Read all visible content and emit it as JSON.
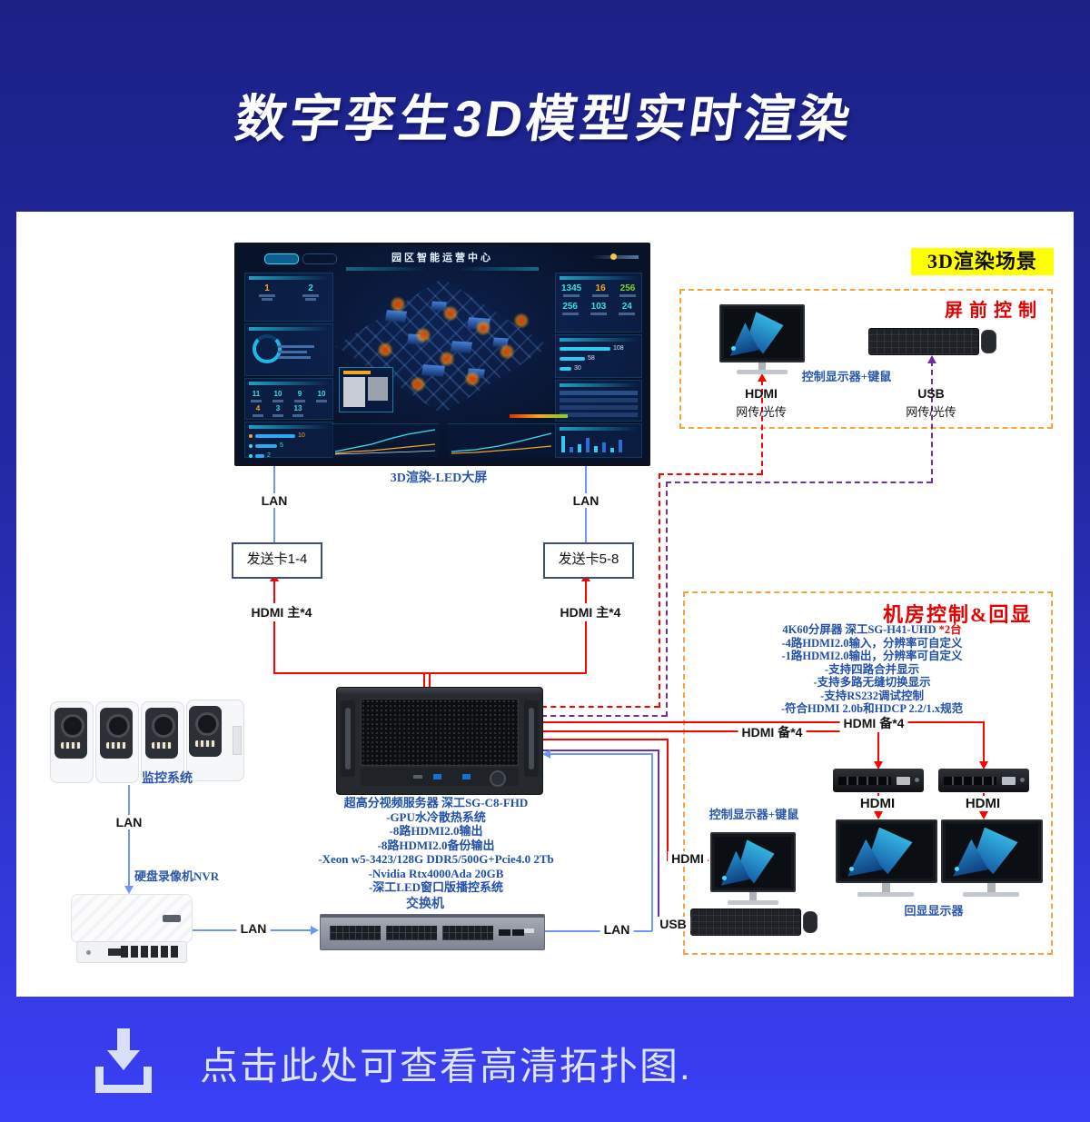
{
  "header": {
    "title": "数字孪生3D模型实时渲染"
  },
  "scene_tag": "3D渲染场景",
  "boxes": {
    "front_control": "屏前控制",
    "room_control": "机房控制&回显"
  },
  "labels": {
    "lan": "LAN",
    "hdmi": "HDMI",
    "usb": "USB",
    "hdmi_main": "HDMI 主*4",
    "hdmi_backup": "HDMI 备*4",
    "net_optical": "网传/光传",
    "led_screen": "3D渲染-LED大屏",
    "sender_1_4": "发送卡1-4",
    "sender_5_8": "发送卡5-8",
    "control_monitor_kb": "控制显示器+键鼠",
    "echo_monitors": "回显显示器",
    "camera_system": "监控系统",
    "nvr": "硬盘录像机NVR",
    "switch": "交换机"
  },
  "server": {
    "name": "超高分视频服务器 深工SG-C8-FHD",
    "specs": [
      "-GPU水冷散热系统",
      "-8路HDMI2.0输出",
      "-8路HDMI2.0备份输出",
      "-Xeon w5-3423/128G DDR5/500G+Pcie4.0 2Tb",
      "-Nvidia Rtx4000Ada 20GB",
      "-深工LED窗口版播控系统"
    ]
  },
  "splitter": {
    "name": "4K60分屏器 深工SG-H41-UHD",
    "qty": "*2台",
    "specs": [
      "-4路HDMI2.0输入，分辨率可自定义",
      "-1路HDMI2.0输出，分辨率可自定义",
      "-支持四路合并显示",
      "-支持多路无缝切换显示",
      "-支持RS232调试控制",
      "-符合HDMI 2.0b和HDCP 2.2/1.x规范"
    ]
  },
  "dashboard": {
    "title": "园区智能运营中心",
    "left_stats": [
      "1",
      "2"
    ],
    "alarm_row1": [
      "11",
      "10",
      "9",
      "10"
    ],
    "alarm_row2": [
      "4",
      "3",
      "13"
    ],
    "left_bar_values": [
      "10",
      "5",
      "2"
    ],
    "right_stats": [
      "1345",
      "16",
      "256",
      "256",
      "103",
      "24"
    ],
    "right_bar_values": [
      "108",
      "58",
      "30"
    ]
  },
  "footer": {
    "text": "点击此处可查看高清拓扑图."
  },
  "colors": {
    "line_red": "#fe0000",
    "line_blue": "#6d97f2",
    "line_purple": "#7030a0",
    "dash_orange": "#f5a33c",
    "tag_yellow": "#ffff00",
    "caption_blue": "#2b57a8",
    "spec_blue": "#2050a8",
    "alert_red": "#e60000"
  }
}
